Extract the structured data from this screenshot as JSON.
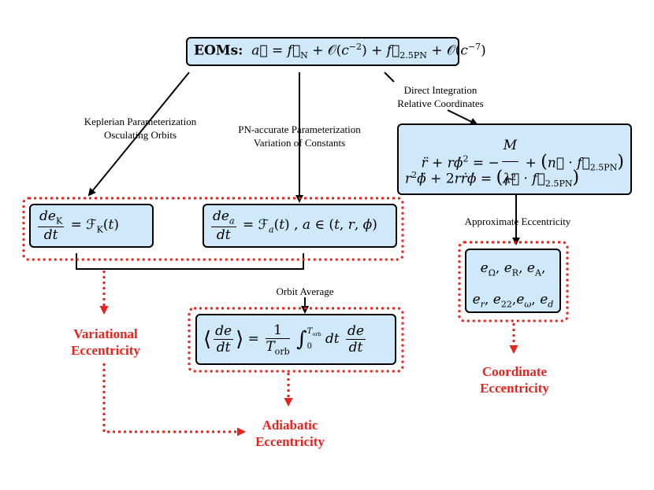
{
  "eoms_label": "EOMs:",
  "edges": {
    "keplerian": [
      "Keplerian Parameterization",
      "Osculating Orbits"
    ],
    "pn_accurate": [
      "PN-accurate Parameterization",
      "Variation of Constants"
    ],
    "direct": [
      "Direct Integration",
      "Relative Coordinates"
    ],
    "approx": "Approximate Eccentricity",
    "orbit_avg": "Orbit Average"
  },
  "outcomes": {
    "variational": [
      "Variational",
      "Eccentricity"
    ],
    "adiabatic": [
      "Adiabatic",
      "Eccentricity"
    ],
    "coordinate": [
      "Coordinate",
      "Eccentricity"
    ]
  },
  "colors": {
    "box_fill": "#cfe9fa",
    "highlight": "#e8231d",
    "line": "#000000"
  }
}
